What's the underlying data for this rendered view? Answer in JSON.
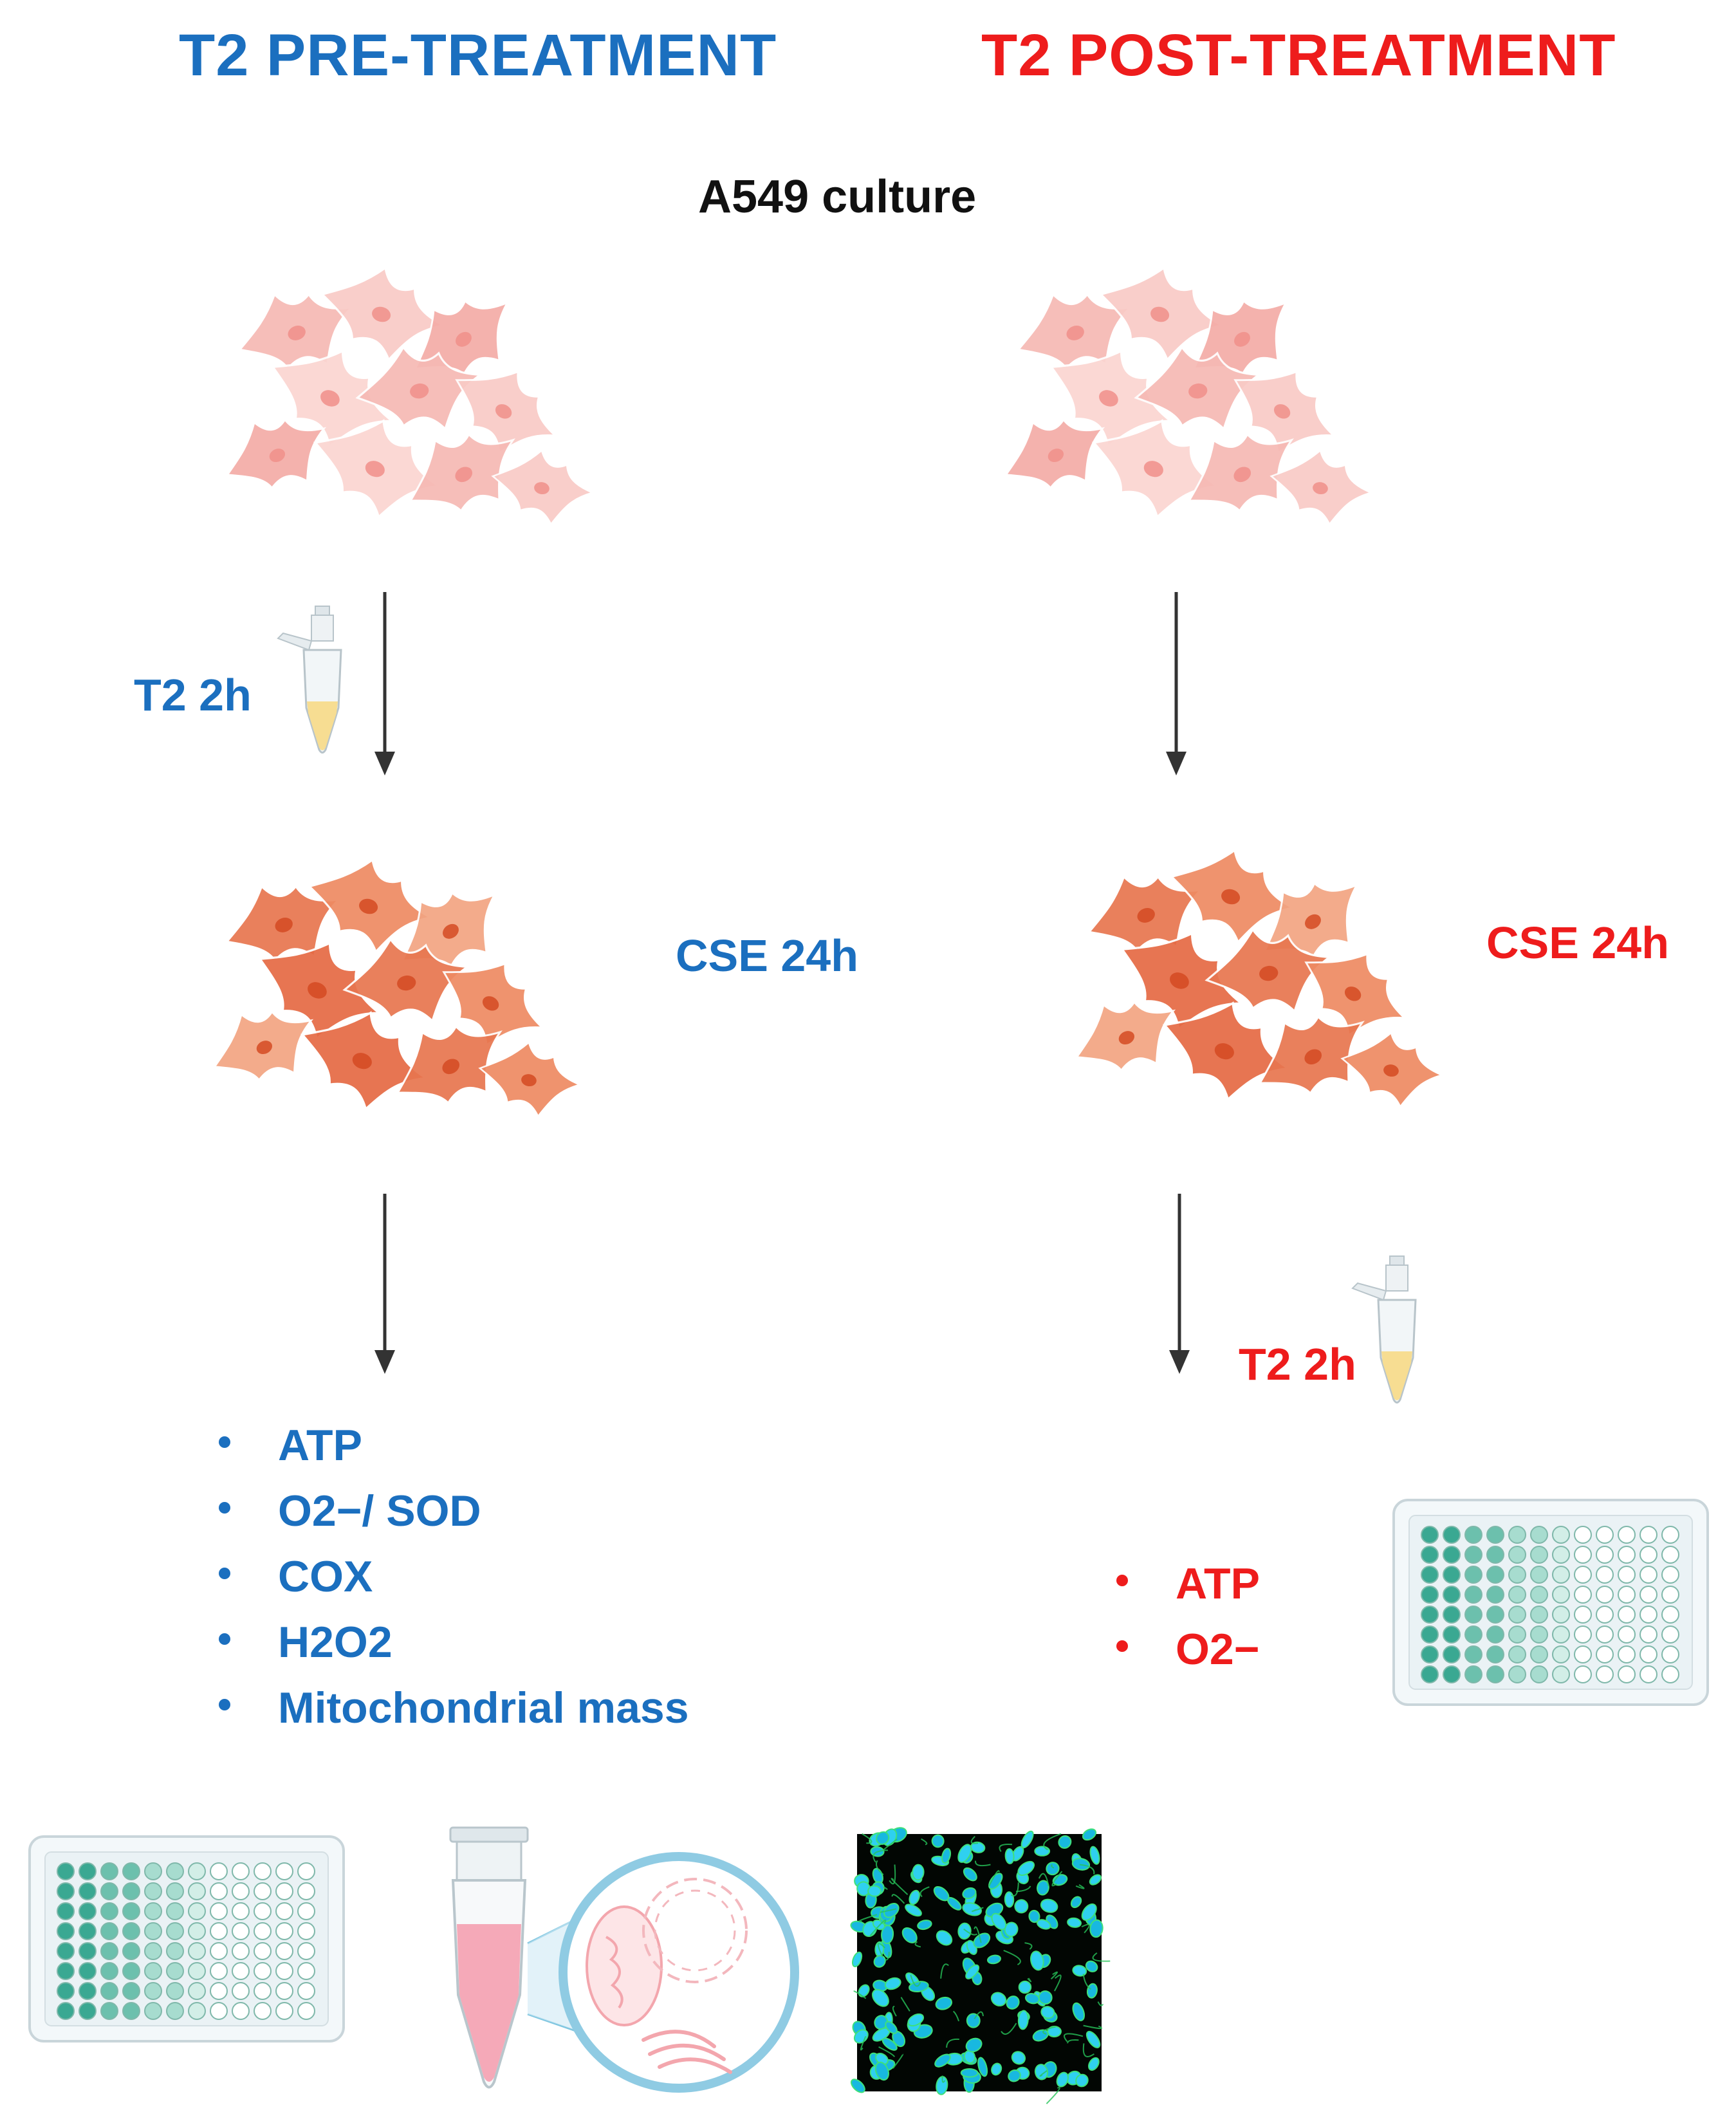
{
  "left_header": "T2 PRE-TREATMENT",
  "right_header": "T2 POST-TREATMENT",
  "culture_label": "A549 culture",
  "left": {
    "t2_label": "T2 2h",
    "cse_label": "CSE 24h",
    "assays": [
      "ATP",
      "O2−/ SOD",
      "COX",
      "H2O2",
      "Mitochondrial mass"
    ]
  },
  "right": {
    "cse_label": "CSE 24h",
    "t2_label": "T2 2h",
    "assays": [
      "ATP",
      "O2−"
    ]
  },
  "colors": {
    "pre_treatment": "#1b6fbf",
    "post_treatment": "#ee1c1c",
    "healthy_cell": "#f6b9b4",
    "stressed_cell": "#e8764f",
    "plate_well": "#3aa892",
    "arrow": "#333333"
  }
}
